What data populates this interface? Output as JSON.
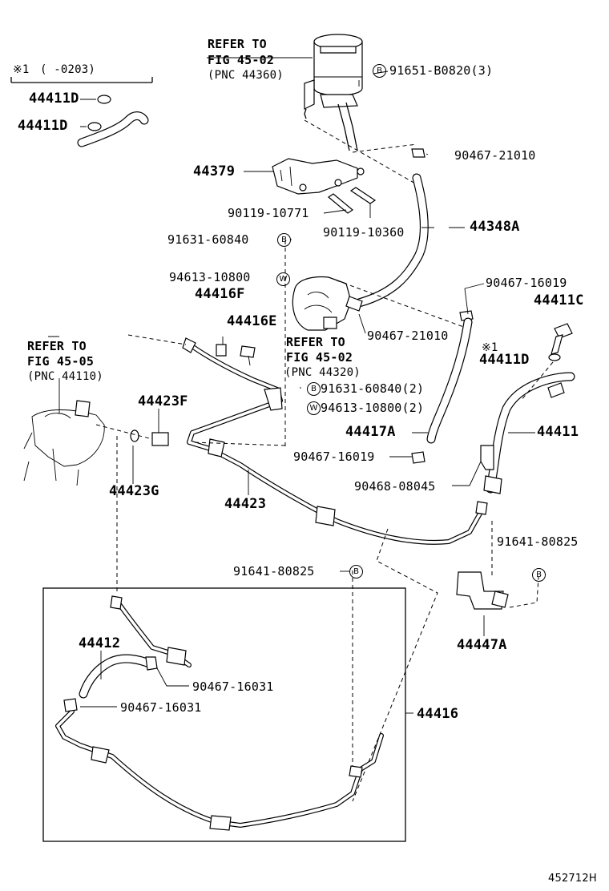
{
  "refs": {
    "reservoir": [
      "REFER TO",
      "FIG 45-02",
      "(PNC 44360)"
    ],
    "pump": [
      "REFER TO",
      "FIG 45-02",
      "(PNC 44320)"
    ],
    "gear": [
      "REFER TO",
      "FIG 45-05",
      "(PNC 44110)"
    ]
  },
  "inset": {
    "mark": "※1",
    "range": "(    -0203)"
  },
  "parts": {
    "p44411D_a": "44411D",
    "p44411D_b": "44411D",
    "p44411D_c": "44411D",
    "p91651": "91651-B0820(3)",
    "p90467_21010_a": "90467-21010",
    "p44379": "44379",
    "p90119_10771": "90119-10771",
    "p90119_10360": "90119-10360",
    "p44348A": "44348A",
    "p91631_60840": "91631-60840",
    "p94613_10800": "94613-10800",
    "p44416F": "44416F",
    "p44416E": "44416E",
    "p90467_16019_a": "90467-16019",
    "p44411C": "44411C",
    "p90467_21010_b": "90467-21010",
    "p91631_60840_2": "91631-60840(2)",
    "p94613_10800_2": "94613-10800(2)",
    "p44423F": "44423F",
    "p44417A": "44417A",
    "p44411": "44411",
    "p90467_16019_b": "90467-16019",
    "p90468_08045": "90468-08045",
    "p44423G": "44423G",
    "p44423": "44423",
    "p91641_80825_a": "91641-80825",
    "p91641_80825_b": "91641-80825",
    "p44447A": "44447A",
    "p44412": "44412",
    "p90467_16031_a": "90467-16031",
    "p90467_16031_b": "90467-16031",
    "p44416": "44416"
  },
  "marks": {
    "b": "B",
    "w": "W",
    "note": "※1"
  },
  "illustration_id": "452712H"
}
